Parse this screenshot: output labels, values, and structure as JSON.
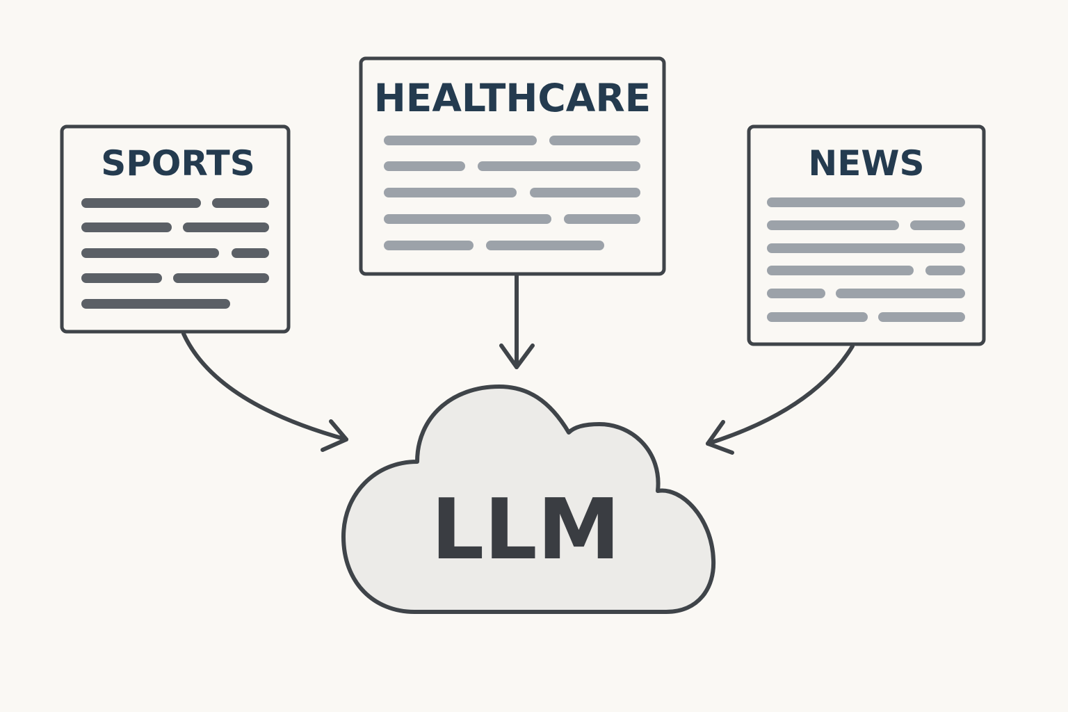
{
  "colors": {
    "background": "#faf8f4",
    "outline": "#3f4449",
    "title": "#243b4f",
    "dark_lines": "#5b6066",
    "light_lines": "#9ca2a9",
    "cloud_fill": "#ecebe8",
    "cloud_text": "#3a3d42"
  },
  "documents": [
    {
      "id": "sports",
      "title": "SPORTS",
      "line_tone": "dark"
    },
    {
      "id": "healthcare",
      "title": "HEALTHCARE",
      "line_tone": "light"
    },
    {
      "id": "news",
      "title": "NEWS",
      "line_tone": "light"
    }
  ],
  "cloud": {
    "label": "LLM"
  },
  "arrows": [
    {
      "from": "sports",
      "to": "cloud"
    },
    {
      "from": "healthcare",
      "to": "cloud"
    },
    {
      "from": "news",
      "to": "cloud"
    }
  ]
}
